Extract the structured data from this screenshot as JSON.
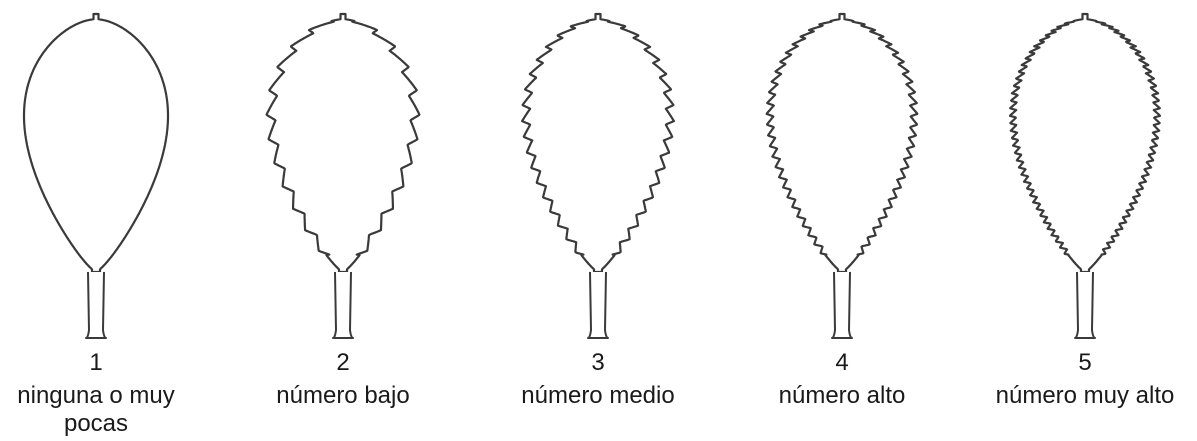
{
  "leaves": [
    {
      "number": "1",
      "caption": "ninguna o muy pocas",
      "teeth": 0,
      "tooth_depth": 0
    },
    {
      "number": "2",
      "caption": "número bajo",
      "teeth": 11,
      "tooth_depth": 4.5
    },
    {
      "number": "3",
      "caption": "número medio",
      "teeth": 17,
      "tooth_depth": 4
    },
    {
      "number": "4",
      "caption": "número alto",
      "teeth": 25,
      "tooth_depth": 3.5
    },
    {
      "number": "5",
      "caption": "número muy alto",
      "teeth": 36,
      "tooth_depth": 3.2
    }
  ],
  "colors": {
    "outline": "#3a3a3a",
    "text": "#1a1a1a",
    "background": "#ffffff"
  }
}
